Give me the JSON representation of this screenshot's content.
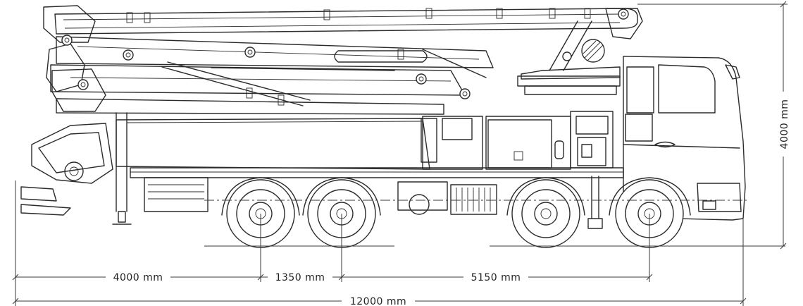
{
  "dimensions": {
    "height_total": "4000 mm",
    "rear_overhang": "4000 mm",
    "tandem_spacing": "1350 mm",
    "wheelbase": "5150 mm",
    "overall_length": "12000 mm"
  },
  "colors": {
    "line": "#2b2b2b",
    "background": "#ffffff"
  }
}
